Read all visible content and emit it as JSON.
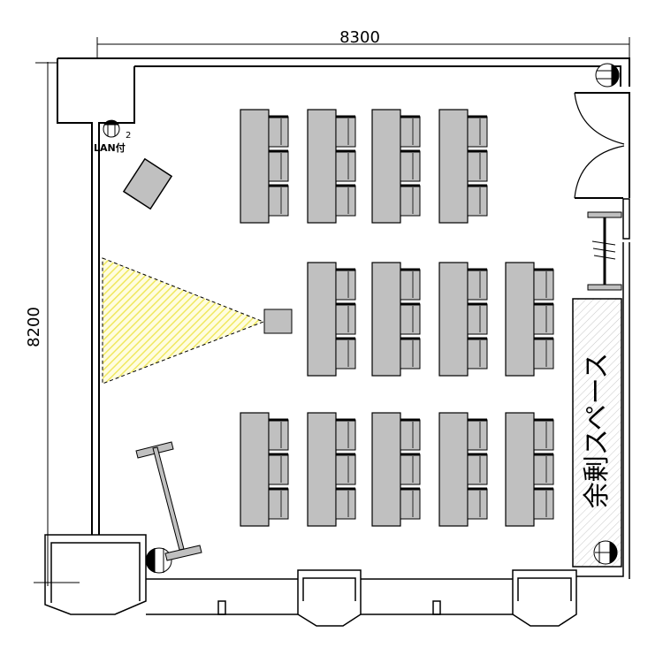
{
  "dimensions": {
    "width_label": "8300",
    "depth_label": "8200"
  },
  "outlet": {
    "label": "LAN付",
    "count": "2"
  },
  "spare_area": {
    "label": "余剰スペース"
  },
  "colors": {
    "furniture": "#c0c0c0",
    "projection": "#f5f07a",
    "wall": "#000000"
  }
}
